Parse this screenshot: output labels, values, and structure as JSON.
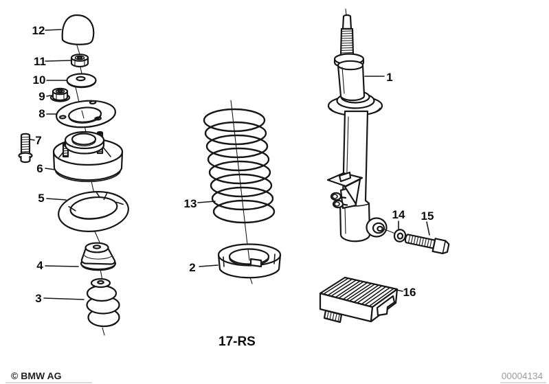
{
  "variant_label": "17-RS",
  "callouts": {
    "part1": "1",
    "part2": "2",
    "part3": "3",
    "part4": "4",
    "part5": "5",
    "part6": "6",
    "part7": "7",
    "part8": "8",
    "part9": "9",
    "part10": "10",
    "part11": "11",
    "part12": "12",
    "part13": "13",
    "part14": "14",
    "part15": "15",
    "part16": "16"
  },
  "footer": {
    "copyright": "© BMW AG",
    "drawing_number": "00004134"
  },
  "colors": {
    "line_ink": "#161616",
    "label_text": "#0b0b0b",
    "drawing_number_gray": "#9c9c9c",
    "background": "#ffffff"
  }
}
